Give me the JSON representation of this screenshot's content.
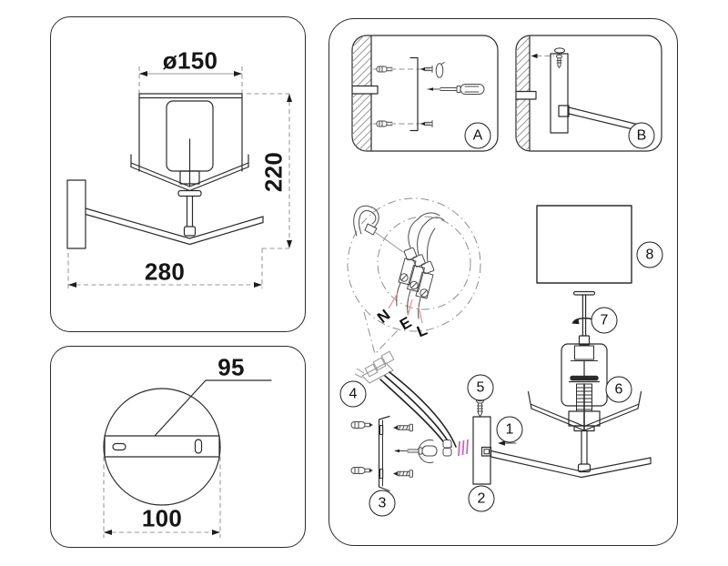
{
  "side_view": {
    "diameter_label": "ø150",
    "height_label": "220",
    "width_label": "280"
  },
  "backplate_view": {
    "hole_pitch_label": "95",
    "width_label": "100"
  },
  "steps": {
    "step_a_label": "A",
    "step_b_label": "B"
  },
  "wiring": {
    "neutral_label": "N",
    "earth_label": "E",
    "live_label": "L"
  },
  "parts": [
    "1",
    "2",
    "3",
    "4",
    "5",
    "6",
    "7",
    "8"
  ],
  "colors": {
    "line": "#2b2b2b",
    "leader_pink": "#f08a8a",
    "wire_tip_magenta": "#c55fc0"
  }
}
